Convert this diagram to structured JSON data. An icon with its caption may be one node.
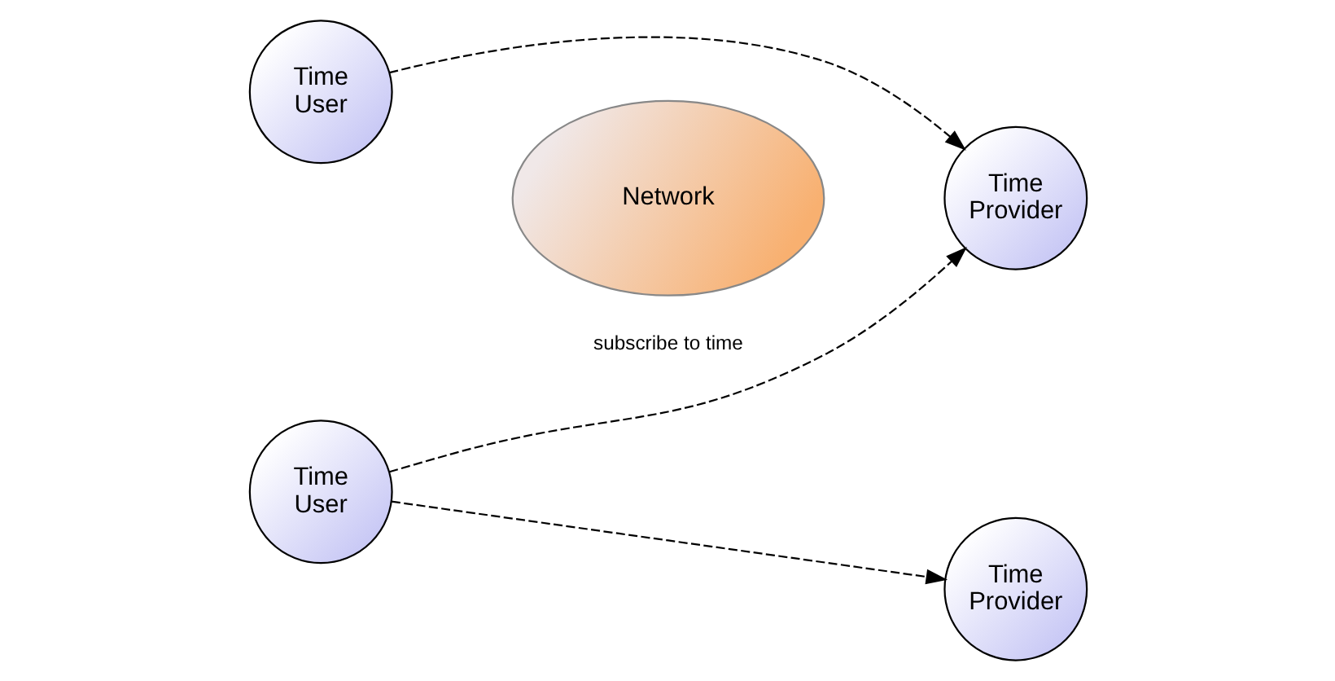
{
  "diagram": {
    "nodes": [
      {
        "text": [
          "Time User"
        ]
      },
      {
        "text": [
          "Time Provider"
        ]
      },
      {
        "text": [
          "Network"
        ]
      },
      {
        "text": [
          "Time User"
        ]
      },
      {
        "text": [
          "Time Provider"
        ]
      }
    ],
    "edges": [
      {
        "from": 0,
        "to": 1,
        "arrow": "to",
        "style": "dashed"
      },
      {
        "from": 3,
        "to": 1,
        "arrow": "to",
        "style": "dashed",
        "label": "subscribe to time"
      },
      {
        "from": 3,
        "to": 4,
        "arrow": "to",
        "style": "dashed"
      }
    ]
  }
}
